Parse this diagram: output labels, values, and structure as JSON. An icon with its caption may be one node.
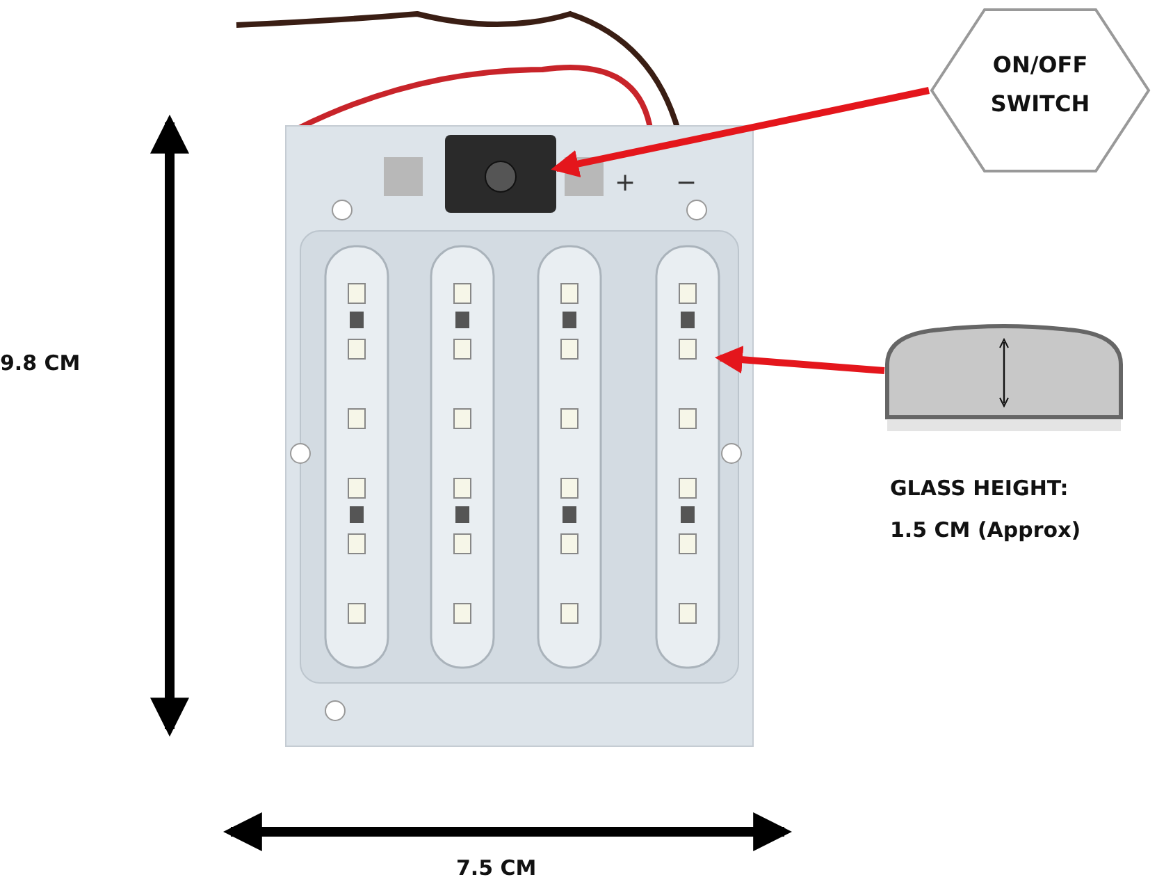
{
  "diagram": {
    "nodes": [
      {
        "text": [
          "ON/OFF SWITCH"
        ]
      },
      {
        "text": [],
        "shape": "picture"
      },
      {
        "text": [],
        "shape": "box",
        "in": 1
      },
      {
        "text": [],
        "shape": "box",
        "in": 1
      },
      {
        "text": [],
        "shape": "picture",
        "beside": [
          "GLASS HEIGHT: 1.5 CM (Approx)"
        ]
      }
    ],
    "edges": [
      {
        "from": 0,
        "to": 2,
        "arrow": "to"
      },
      {
        "from": 4,
        "to": 3,
        "arrow": "to"
      }
    ],
    "labels": [
      "+",
      "−",
      "9.8 CM",
      "7.5 CM"
    ]
  }
}
